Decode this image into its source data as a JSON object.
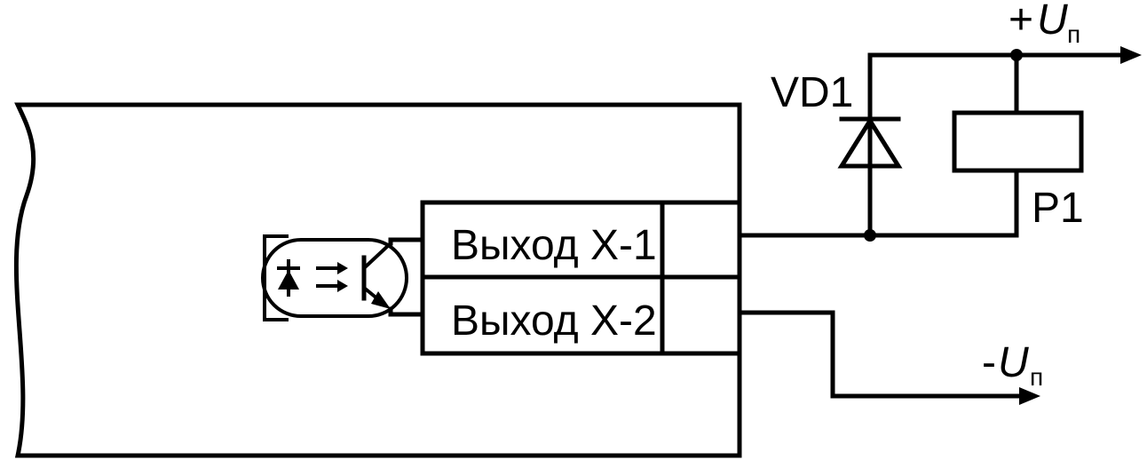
{
  "outputs": {
    "x1_label": "Выход X-1",
    "x2_label": "Выход X-2"
  },
  "supply": {
    "plus_sign": "+",
    "minus_sign": "-",
    "symbol": "U",
    "subscript": "п"
  },
  "components": {
    "diode": "VD1",
    "relay": "P1"
  }
}
